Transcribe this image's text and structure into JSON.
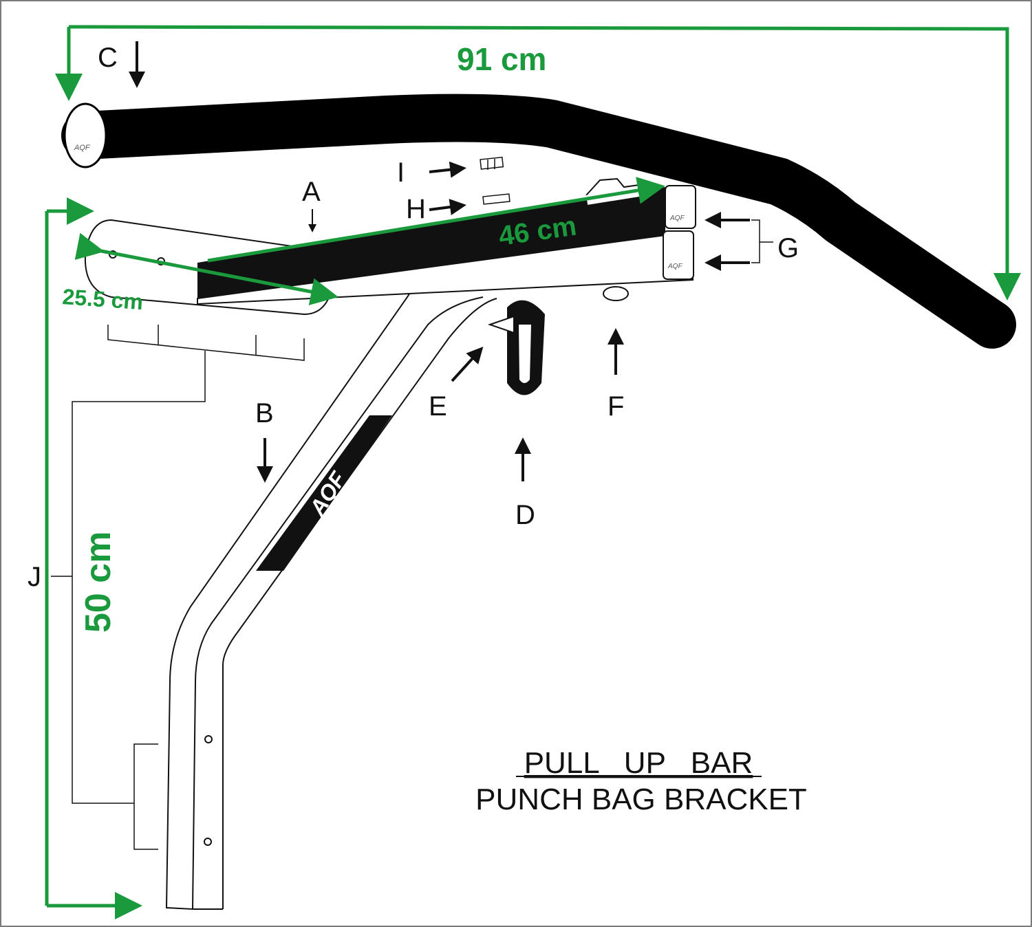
{
  "diagram": {
    "title_line1": "PULL   UP   BAR",
    "title_line2": "PUNCH BAG BRACKET",
    "dimensions": {
      "width": "91 cm",
      "arm_length": "46 cm",
      "plate_width": "25.5 cm",
      "height": "50 cm"
    },
    "labels": {
      "A": "A",
      "B": "B",
      "C": "C",
      "D": "D",
      "E": "E",
      "F": "F",
      "G": "G",
      "H": "H",
      "I": "I",
      "J": "J"
    },
    "logo_text": "AQF",
    "colors": {
      "dimension": "#1a9a3c",
      "bar": "#000000",
      "outline": "#111111"
    }
  }
}
